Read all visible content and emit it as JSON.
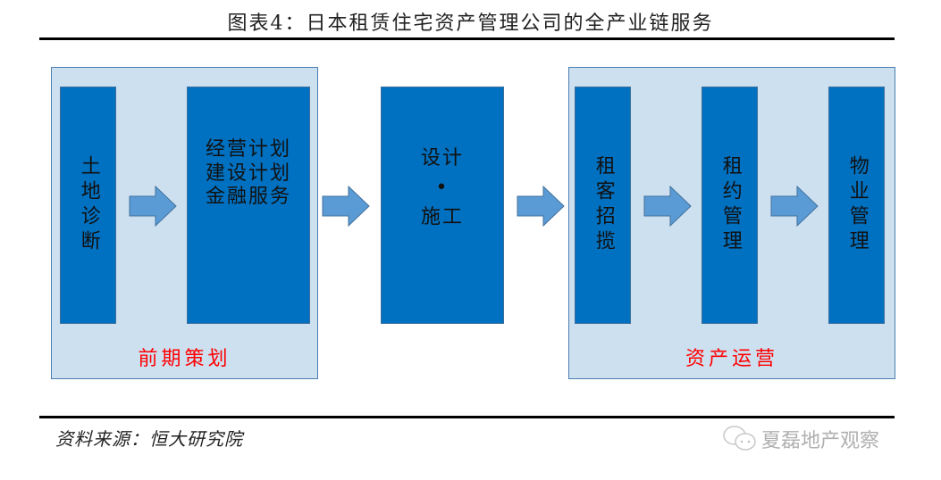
{
  "title": "图表4：日本租赁住宅资产管理公司的全产业链服务",
  "groups": [
    {
      "label": "前期策划",
      "boxes": [
        {
          "text": "土地诊断"
        },
        {
          "text": "经营计划\n建设计划\n金融服务"
        }
      ]
    },
    {
      "label": "",
      "boxes": [
        {
          "text": "设计\n•\n施工"
        }
      ]
    },
    {
      "label": "资产运营",
      "boxes": [
        {
          "text": "租客招揽"
        },
        {
          "text": "租约管理"
        },
        {
          "text": "物业管理"
        }
      ]
    }
  ],
  "arrows": [
    "arrow-right",
    "arrow-right",
    "arrow-right",
    "arrow-right",
    "arrow-right"
  ],
  "colors": {
    "group_fill": "#cde0f0",
    "box_fill": "#0070c0",
    "arrow_fill": "#5b9bd5",
    "group_label": "#ff0000"
  },
  "footer": {
    "source": "资料来源：恒大研究院",
    "watermark": "夏磊地产观察",
    "watermark_icon": "wechat-icon"
  }
}
